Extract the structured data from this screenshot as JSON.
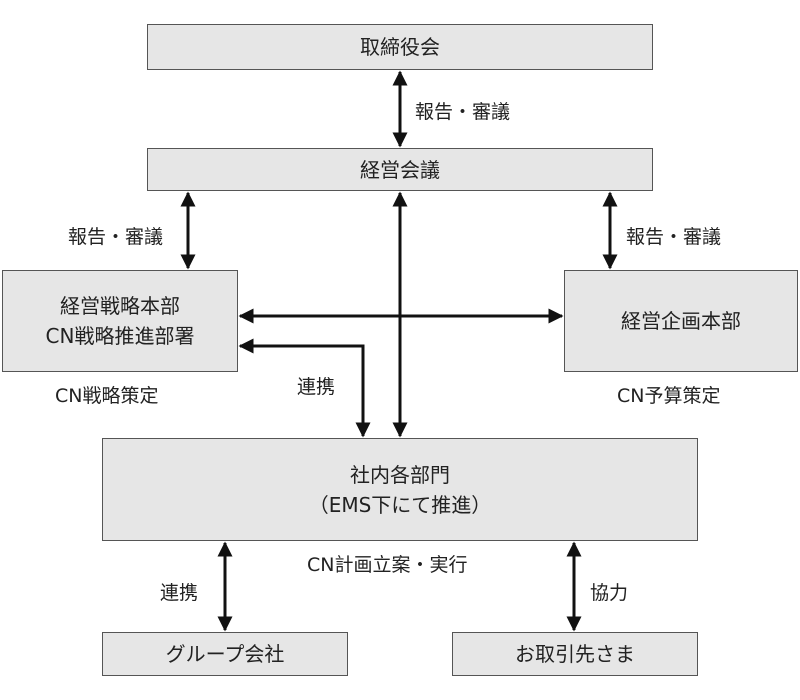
{
  "boxes": {
    "board": "取締役会",
    "mgmt_meeting": "経営会議",
    "strategy_hq": [
      "経営戦略本部",
      "CN戦略推進部署"
    ],
    "planning_hq": "経営企画本部",
    "departments": [
      "社内各部門",
      "（EMS下にて推進）"
    ],
    "group_companies": "グループ会社",
    "customers": "お取引先さま"
  },
  "labels": {
    "report_review_top": "報告・審議",
    "report_review_left": "報告・審議",
    "report_review_right": "報告・審議",
    "cn_strategy": "CN戦略策定",
    "cn_budget": "CN予算策定",
    "cooperation_mid": "連携",
    "cn_plan": "CN計画立案・実行",
    "cooperation_bottom": "連携",
    "collaboration": "協力"
  },
  "colors": {
    "box_fill": "#e6e6e6",
    "border": "#555555",
    "arrow": "#111111"
  }
}
